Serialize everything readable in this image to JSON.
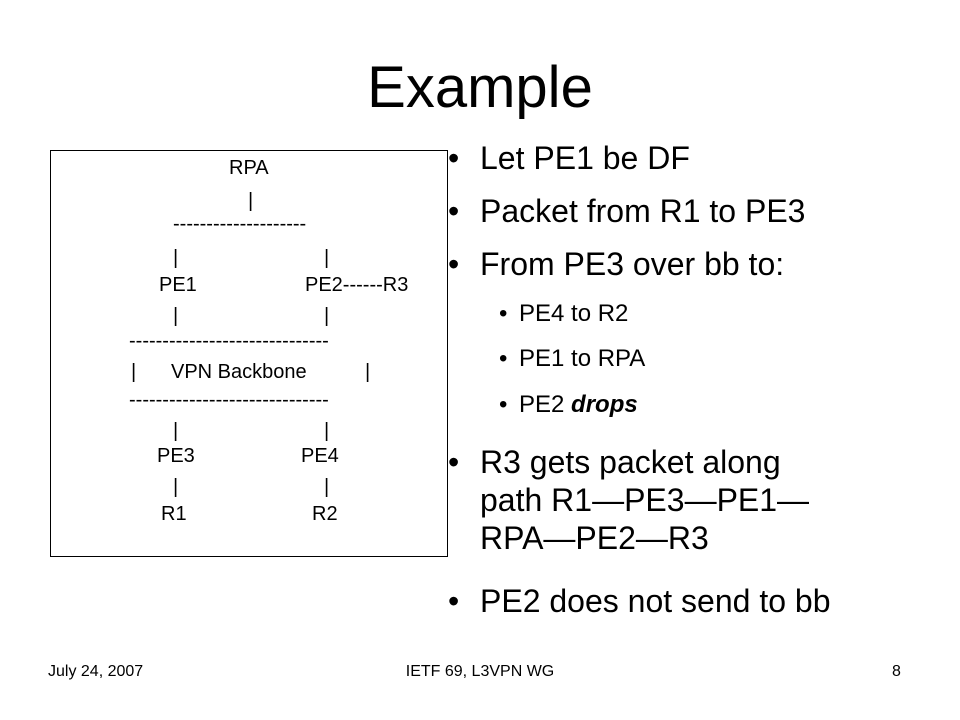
{
  "slide": {
    "title": "Example"
  },
  "diagram": {
    "lines": [
      {
        "parts": [
          "RPA"
        ]
      },
      {
        "parts": [
          "|"
        ]
      },
      {
        "parts": [
          "--------------------"
        ]
      },
      {
        "parts": [
          "|",
          "|"
        ]
      },
      {
        "parts": [
          "PE1",
          "PE2------R3"
        ]
      },
      {
        "parts": [
          "|",
          "|"
        ]
      },
      {
        "parts": [
          "------------------------------"
        ]
      },
      {
        "parts": [
          "|",
          "VPN Backbone",
          "|"
        ]
      },
      {
        "parts": [
          "------------------------------"
        ]
      },
      {
        "parts": [
          "|",
          "|"
        ]
      },
      {
        "parts": [
          "PE3",
          "PE4"
        ]
      },
      {
        "parts": [
          "|",
          "|"
        ]
      },
      {
        "parts": [
          "R1",
          "R2"
        ]
      }
    ]
  },
  "bullets": {
    "bullet_char": "•",
    "b1": "Let PE1 be DF",
    "b2": "Packet from R1 to PE3",
    "b3": "From PE3 over bb to:",
    "b3_sub1": "PE4 to R2",
    "b3_sub2": "PE1 to RPA",
    "b3_sub3_prefix": "PE2 ",
    "b3_sub3_emph": "drops",
    "b4_line1": "R3 gets packet along",
    "b4_line2": "path R1—PE3—PE1—",
    "b4_line3": "RPA—PE2—R3",
    "b5": "PE2 does not send to bb"
  },
  "footer": {
    "date": "July 24, 2007",
    "center": "IETF 69, L3VPN WG",
    "page": "8"
  }
}
